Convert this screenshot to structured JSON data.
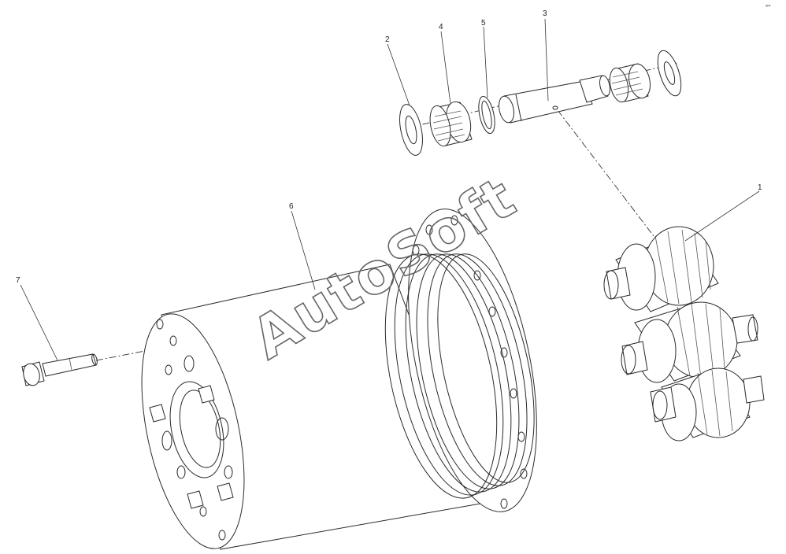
{
  "part_labels": {
    "p1": "1",
    "p2": "2",
    "p3": "3",
    "p4": "4",
    "p5": "5",
    "p6": "6",
    "p7": "7"
  },
  "watermark": "AutoSoft",
  "corner_mark": "°″"
}
